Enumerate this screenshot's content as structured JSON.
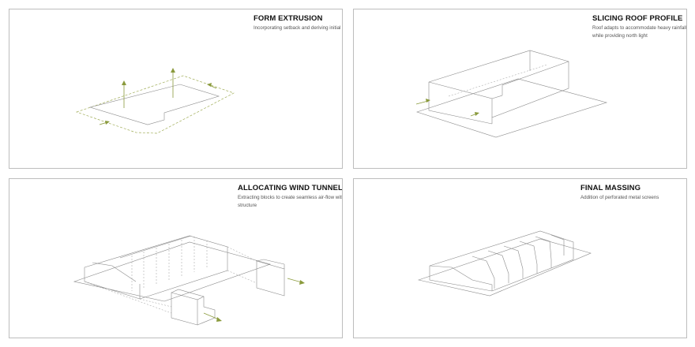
{
  "panels": [
    {
      "title": "FORM EXTRUSION",
      "description": "Incorporating setback and deriving initial mass"
    },
    {
      "title": "SLICING ROOF PROFILE",
      "description": "Roof adapts to accommodate heavy rainfall pattern while providing north light"
    },
    {
      "title": "ALLOCATING WIND TUNNELS",
      "description": "Extracting blocks to create seamless air-flow within structure"
    },
    {
      "title": "FINAL MASSING",
      "description": "Addition of perforated metal screens"
    }
  ],
  "colors": {
    "outline": "#8a8a8a",
    "accent_arrow": "#8a9a3c",
    "frame_border": "#bdbdbd",
    "title_text": "#111111"
  }
}
